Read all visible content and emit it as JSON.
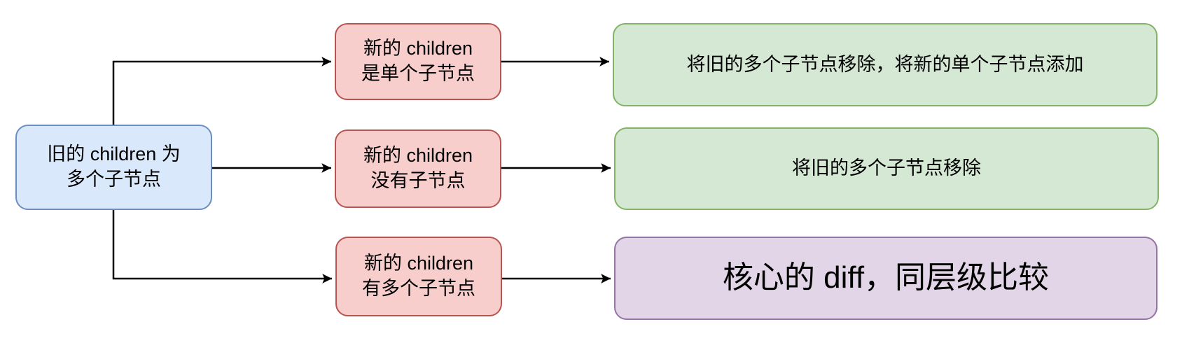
{
  "diagram": {
    "background": "#ffffff",
    "connector_color": "#000000",
    "text_color": "#000000",
    "nodes": {
      "old_children": {
        "lines": [
          "旧的 children 为",
          "多个子节点"
        ],
        "fill": "#dae8fc",
        "stroke": "#6c8ebf"
      },
      "new_single_child": {
        "lines": [
          "新的 children",
          "是单个子节点"
        ],
        "fill": "#f8cecc",
        "stroke": "#b85450"
      },
      "new_no_child": {
        "lines": [
          "新的 children",
          "没有子节点"
        ],
        "fill": "#f8cecc",
        "stroke": "#b85450"
      },
      "new_multiple_children": {
        "lines": [
          "新的 children",
          "有多个子节点"
        ],
        "fill": "#f8cecc",
        "stroke": "#b85450"
      },
      "action_single": {
        "text": "将旧的多个子节点移除，将新的单个子节点添加",
        "fill": "#d5e8d4",
        "stroke": "#82b366"
      },
      "action_empty": {
        "text": "将旧的多个子节点移除",
        "fill": "#d5e8d4",
        "stroke": "#82b366"
      },
      "action_diff": {
        "text": "核心的 diff，同层级比较",
        "fill": "#e1d5e7",
        "stroke": "#9673a6"
      }
    }
  }
}
